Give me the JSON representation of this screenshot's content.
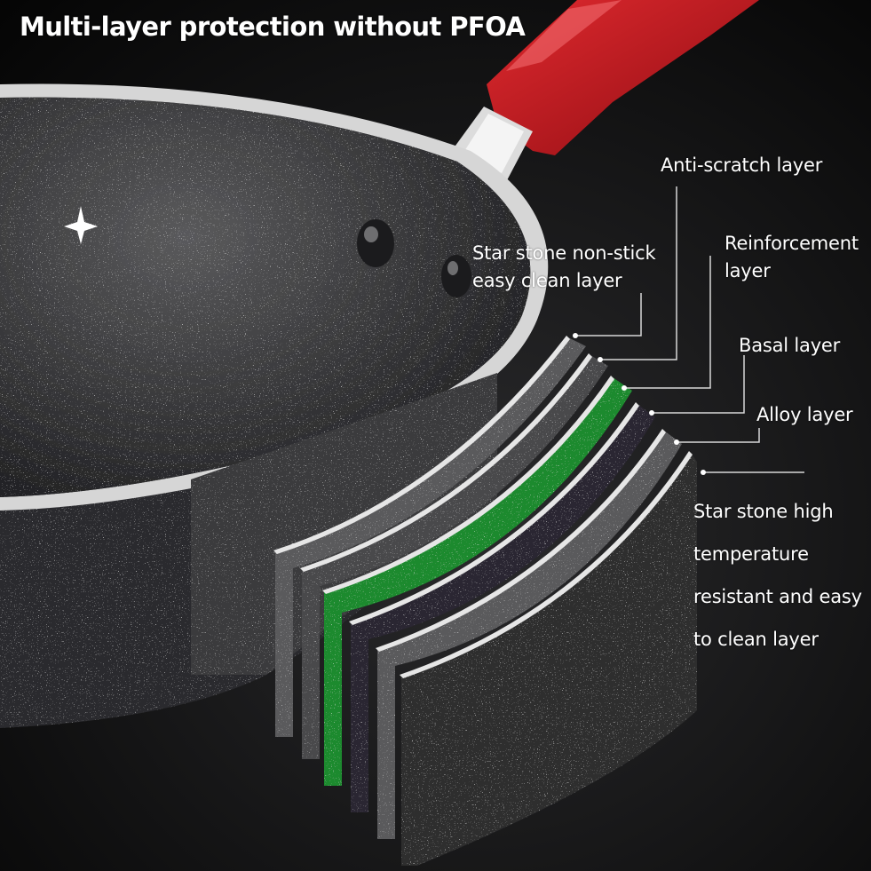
{
  "title": "Multi-layer protection without PFOA",
  "labels": {
    "star_stone_nonstick": [
      "Star stone non-stick",
      "easy clean layer"
    ],
    "anti_scratch": [
      "Anti-scratch layer"
    ],
    "reinforcement": [
      "Reinforcement",
      "layer"
    ],
    "basal": [
      "Basal layer"
    ],
    "alloy": [
      "Alloy layer"
    ],
    "high_temp": [
      "Star stone high",
      "temperature",
      "resistant and easy",
      "to clean layer"
    ]
  },
  "colors": {
    "background": "#000000",
    "handle": "#c2151d",
    "pan_coating": "#3a3a3c",
    "rim": "#d8d8d8",
    "green_layer": "#1f8a2e",
    "text": "#ffffff"
  }
}
